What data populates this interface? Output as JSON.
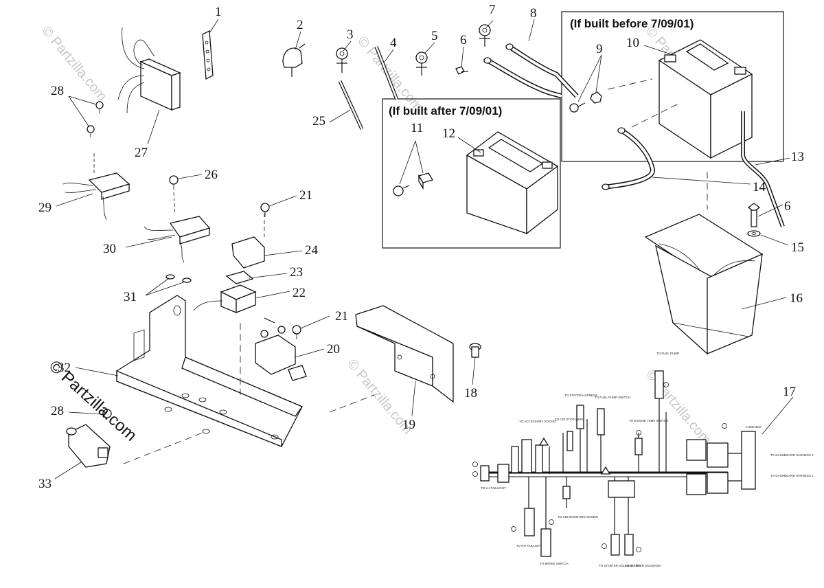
{
  "callouts": [
    {
      "id": "c1",
      "label": "1"
    },
    {
      "id": "c2",
      "label": "2"
    },
    {
      "id": "c3",
      "label": "3"
    },
    {
      "id": "c4",
      "label": "4"
    },
    {
      "id": "c5",
      "label": "5"
    },
    {
      "id": "c6a",
      "label": "6"
    },
    {
      "id": "c7",
      "label": "7"
    },
    {
      "id": "c8",
      "label": "8"
    },
    {
      "id": "c9",
      "label": "9"
    },
    {
      "id": "c10",
      "label": "10"
    },
    {
      "id": "c11",
      "label": "11"
    },
    {
      "id": "c12",
      "label": "12"
    },
    {
      "id": "c13",
      "label": "13"
    },
    {
      "id": "c14",
      "label": "14"
    },
    {
      "id": "c6b",
      "label": "6"
    },
    {
      "id": "c15",
      "label": "15"
    },
    {
      "id": "c16",
      "label": "16"
    },
    {
      "id": "c17",
      "label": "17"
    },
    {
      "id": "c18",
      "label": "18"
    },
    {
      "id": "c19",
      "label": "19"
    },
    {
      "id": "c20",
      "label": "20"
    },
    {
      "id": "c21a",
      "label": "21"
    },
    {
      "id": "c21b",
      "label": "21"
    },
    {
      "id": "c22",
      "label": "22"
    },
    {
      "id": "c23",
      "label": "23"
    },
    {
      "id": "c24",
      "label": "24"
    },
    {
      "id": "c25",
      "label": "25"
    },
    {
      "id": "c26",
      "label": "26"
    },
    {
      "id": "c27",
      "label": "27"
    },
    {
      "id": "c28a",
      "label": "28"
    },
    {
      "id": "c28b",
      "label": "28"
    },
    {
      "id": "c29",
      "label": "29"
    },
    {
      "id": "c30",
      "label": "30"
    },
    {
      "id": "c31",
      "label": "31"
    },
    {
      "id": "c32",
      "label": "32"
    },
    {
      "id": "c33",
      "label": "33"
    }
  ],
  "boxes": {
    "before": "(If built before 7/09/01)",
    "after": "(If built after 7/09/01)"
  },
  "watermarks": {
    "main": "© Partzilla.com",
    "faint": "© Partzilla.com"
  },
  "wiring_labels": {
    "to_fuel_pump": "TO FUEL PUMP",
    "to_stator_harness": "TO STATOR HARNESS",
    "to_fuel_pump_switch": "TO FUEL PUMP SWITCH",
    "to_accessory_socket": "TO ACCESSORY SOCKET",
    "to_cdi_stop_wire": "TO CDI STOP WIRE",
    "to_engine_temp_switch": "TO ENGINE TEMP SWITCH",
    "fuse_box": "FUSE BOX",
    "to_dashboard_harness_2": "TO DASHBOARD HARNESS 2",
    "to_dashboard_harness_1": "TO DASHBOARD HARNESS 1",
    "to_lh_taillight": "TO LH TAILLIGHT",
    "to_cdi_mounting_screw": "TO CDI MOUNTING SCREW",
    "to_rh_taillight": "TO RH TAILLIGHT",
    "to_brake_switch": "TO BRAKE SWITCH",
    "to_starter_solenoid_a": "TO STARTER SOLENOID (S)",
    "to_starter_solenoid_b": "TO STARTER SOLENOID"
  }
}
